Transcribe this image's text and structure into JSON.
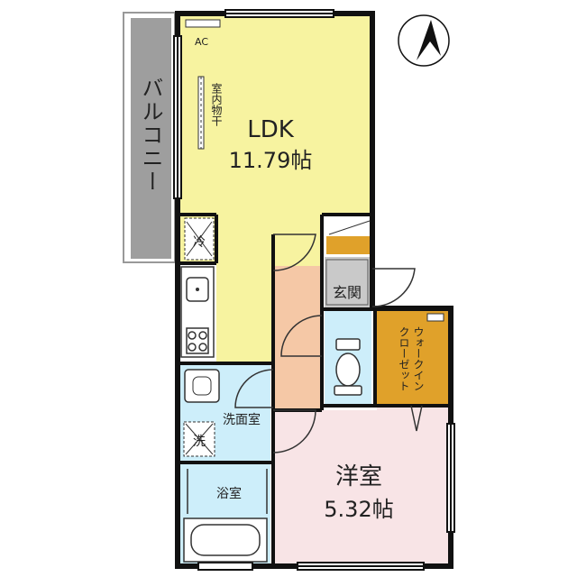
{
  "balcony": {
    "label": "バルコニー"
  },
  "ldk": {
    "name": "LDK",
    "area": "11.79帖",
    "ac": "AC",
    "drying": "室内物干"
  },
  "fridge": {
    "label": "冷"
  },
  "washer": {
    "label": "洗"
  },
  "entrance": {
    "label": "玄関"
  },
  "washroom": {
    "label": "洗面室"
  },
  "bathroom": {
    "label": "浴室"
  },
  "closet": {
    "label_line1": "ウォークイン",
    "label_line2": "クローゼット"
  },
  "bedroom": {
    "name": "洋室",
    "area": "5.32帖"
  },
  "colors": {
    "ldk": "#f7f3a0",
    "bedroom": "#f8e4e6",
    "hall": "#f5c8a6",
    "water": "#cdeefa",
    "entrance": "#c9c9c9",
    "closet": "#e0a12a",
    "balcony": "#9e9e9e",
    "wall": "#111111"
  }
}
